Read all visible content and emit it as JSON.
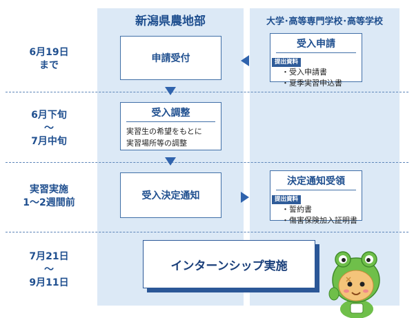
{
  "columns": {
    "left_header": "新潟県農地部",
    "right_header": "大学･高等専門学校･高等学校"
  },
  "timeline": [
    {
      "lines": [
        "6月19日",
        "まで"
      ]
    },
    {
      "lines": [
        "6月下旬",
        "～",
        "7月中旬"
      ]
    },
    {
      "lines": [
        "実習実施",
        "1～2週間前"
      ]
    },
    {
      "lines": [
        "7月21日",
        "～",
        "9月11日"
      ]
    }
  ],
  "left_steps": {
    "receive": "申請受付",
    "adjust_title": "受入調整",
    "adjust_body": [
      "実習生の希望をもとに",
      "実習場所等の調整"
    ],
    "decision": "受入決定通知"
  },
  "right_steps": {
    "apply_title": "受入申請",
    "apply_tag": "提出資料",
    "apply_items": [
      "・受入申請書",
      "・夏季実習申込書"
    ],
    "notice_title": "決定通知受領",
    "notice_tag": "提出資料",
    "notice_items": [
      "・誓約書",
      "・傷害保険加入証明書"
    ]
  },
  "final": "インターンシップ実施",
  "colors": {
    "column_bg": "#dce9f6",
    "accent": "#2f63ad",
    "text": "#1f4f8f"
  }
}
